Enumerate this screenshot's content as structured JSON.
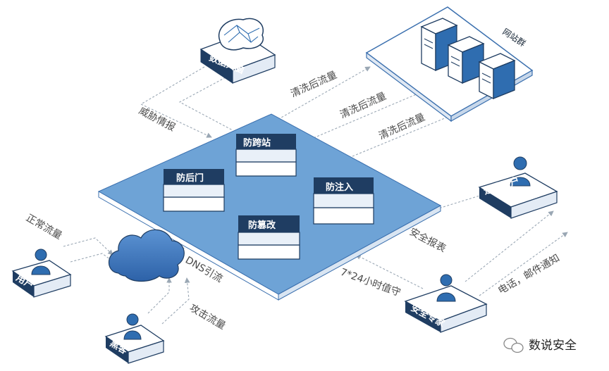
{
  "nodes": {
    "brain": "数据大脑",
    "websites": "网站群",
    "ops_user": "运维用户",
    "expert": "安全专家",
    "user": "用户",
    "hacker": "黑客"
  },
  "modules": {
    "anti_crossite": "防跨站",
    "anti_backdoor": "防后门",
    "anti_injection": "防注入",
    "anti_tamper": "防篡改"
  },
  "edges": {
    "threat_intel": "威胁情报",
    "clean_traffic_1": "清洗后流量",
    "clean_traffic_2": "清洗后流量",
    "clean_traffic_3": "清洗后流量",
    "security_report": "安全报表",
    "notify": "电话，邮件通知",
    "on_duty": "7*24小时值守",
    "normal_traffic": "正常流量",
    "dns": "DNS引流",
    "attack_traffic": "攻击流量"
  },
  "watermark": "数说安全",
  "colors": {
    "platform_top": "#6ea3d6",
    "platform_side": "#3f78b5",
    "dark_block": "#1f3d62",
    "accent_blue": "#3a6fae",
    "line_gray": "#9aa7b4"
  }
}
